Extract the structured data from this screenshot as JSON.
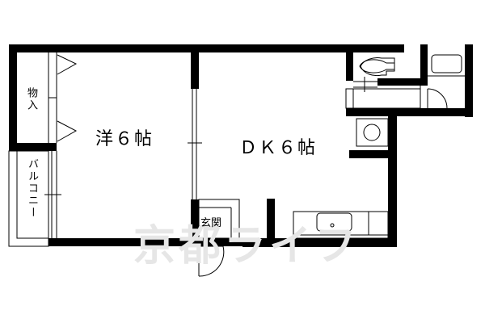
{
  "floor_plan": {
    "rooms": [
      {
        "id": "western-room",
        "label": "洋６帖"
      },
      {
        "id": "dining-kitchen",
        "label": "ＤＫ６帖"
      },
      {
        "id": "storage",
        "label": "物入"
      },
      {
        "id": "balcony",
        "label": "バルコニー"
      },
      {
        "id": "entrance",
        "label": "玄関"
      }
    ],
    "watermark": "京都ライフ",
    "colors": {
      "wall": "#000000",
      "background": "#ffffff",
      "watermark": "#e6e6e6"
    }
  }
}
